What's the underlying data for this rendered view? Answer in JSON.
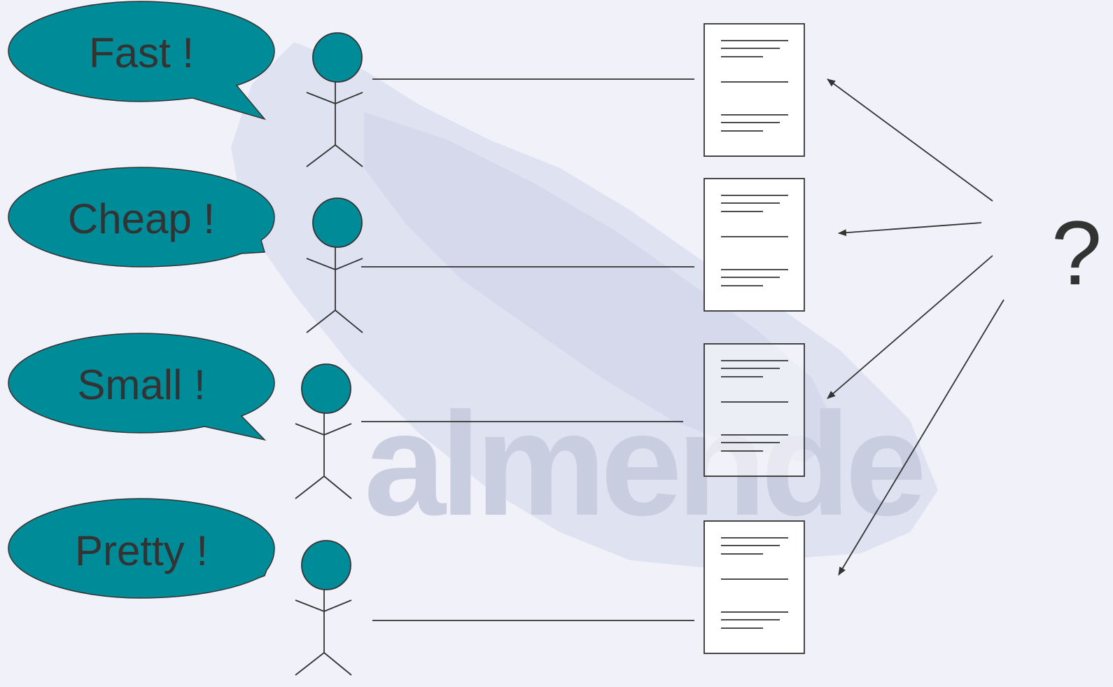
{
  "colors": {
    "background": "#f1f1fa",
    "bubble_fill": "#008b99",
    "stroke": "#333333",
    "watermark": "#c9cde0"
  },
  "watermark": {
    "text": "almende",
    "icon": "circuit-board-watermark"
  },
  "people": [
    {
      "speech": "Fast !"
    },
    {
      "speech": "Cheap !"
    },
    {
      "speech": "Small !"
    },
    {
      "speech": "Pretty !"
    }
  ],
  "question": {
    "text": "?"
  },
  "icons": {
    "person": "stick-figure-icon",
    "document": "document-icon"
  }
}
